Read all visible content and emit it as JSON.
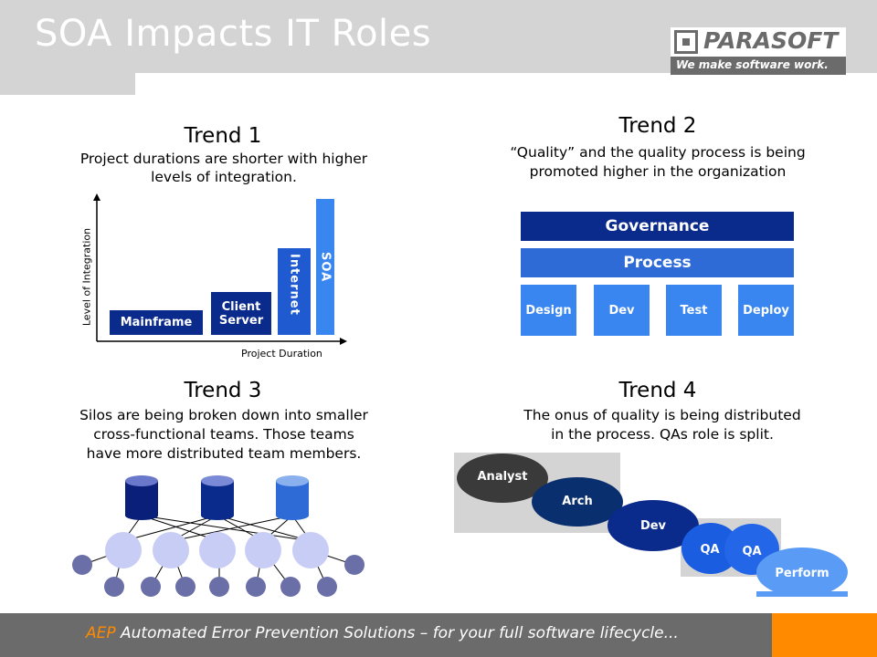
{
  "slide": {
    "title": "SOA Impacts IT Roles",
    "logo_text": "PARASOFT",
    "logo_tagline": "We make software work.",
    "footer_brand": "AEP",
    "footer_text": "Automated Error Prevention Solutions – for your full software lifecycle..."
  },
  "trend1": {
    "heading": "Trend 1",
    "description_line1": "Project durations are shorter with higher",
    "description_line2": "levels of integration.",
    "y_axis_label": "Level of Integration",
    "x_axis_label": "Project Duration",
    "bars": [
      {
        "label": "Mainframe",
        "color": "#0a2a8c"
      },
      {
        "label_line1": "Client",
        "label_line2": "Server",
        "color": "#0a2a8c"
      },
      {
        "label": "Internet",
        "color": "#1f5ad0"
      },
      {
        "label": "SOA",
        "color": "#3a86f0"
      }
    ]
  },
  "trend2": {
    "heading": "Trend 2",
    "description_line1": "“Quality” and the quality process is being",
    "description_line2": "promoted higher in the organization",
    "governance": "Governance",
    "process": "Process",
    "phases": [
      "Design",
      "Dev",
      "Test",
      "Deploy"
    ]
  },
  "trend3": {
    "heading": "Trend 3",
    "description_line1": "Silos are being broken down into smaller",
    "description_line2": "cross-functional teams.  Those teams",
    "description_line3": "have more distributed team members.",
    "colors": {
      "db_dark": "#0a1f7a",
      "db_mid": "#0a2a8c",
      "db_light": "#2e6bd7",
      "team": "#c7cdf5",
      "member": "#6b6fa8"
    }
  },
  "trend4": {
    "heading": "Trend 4",
    "description_line1": "The onus of quality is being distributed",
    "description_line2": "in the process.  QAs role is split.",
    "roles": [
      "Analyst",
      "Arch",
      "Dev",
      "QA",
      "QA",
      "Perform"
    ]
  }
}
